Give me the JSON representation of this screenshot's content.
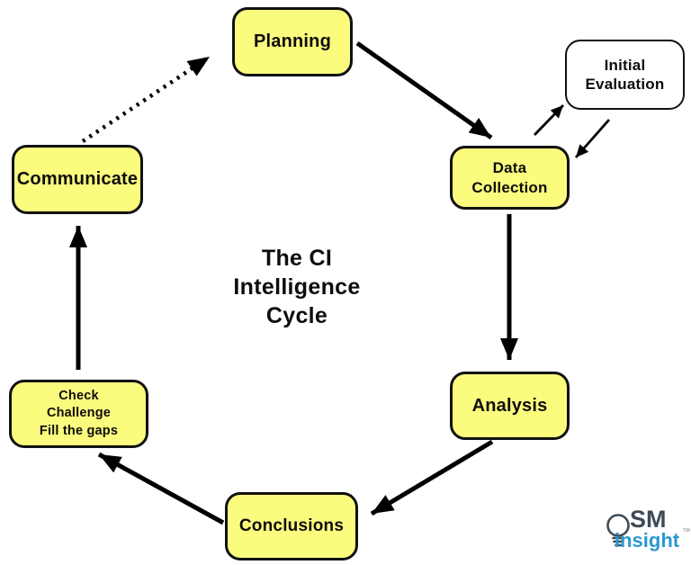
{
  "diagram": {
    "title": "The CI\nIntelligence\nCycle",
    "nodes": {
      "planning": {
        "label": "Planning"
      },
      "initial_evaluation": {
        "label": "Initial\nEvaluation"
      },
      "data_collection": {
        "label": "Data\nCollection"
      },
      "analysis": {
        "label": "Analysis"
      },
      "conclusions": {
        "label": "Conclusions"
      },
      "check_challenge": {
        "label": "Check\nChallenge\nFill the gaps"
      },
      "communicate": {
        "label": "Communicate"
      }
    },
    "edges": [
      {
        "from": "Planning",
        "to": "Data Collection",
        "style": "solid"
      },
      {
        "from": "Data Collection",
        "to": "Analysis",
        "style": "solid"
      },
      {
        "from": "Analysis",
        "to": "Conclusions",
        "style": "solid"
      },
      {
        "from": "Conclusions",
        "to": "Check Challenge Fill the gaps",
        "style": "solid"
      },
      {
        "from": "Check Challenge Fill the gaps",
        "to": "Communicate",
        "style": "solid"
      },
      {
        "from": "Communicate",
        "to": "Planning",
        "style": "dotted"
      },
      {
        "from": "Data Collection",
        "to": "Initial Evaluation",
        "style": "solid-thin"
      },
      {
        "from": "Initial Evaluation",
        "to": "Data Collection",
        "style": "solid-thin"
      }
    ]
  },
  "logo": {
    "sm": "SM",
    "insight": "insight",
    "tm": "TM",
    "bulb_icon": "lightbulb-icon"
  },
  "colors": {
    "background": "#FFFFFF",
    "node_fill": "#FBFB7E",
    "node_border": "#111111",
    "plain_fill": "#FFFFFF",
    "arrow": "#000000",
    "logo_dark": "#3D4B57",
    "logo_blue": "#2B98CF",
    "logo_tm": "#9AA7B0"
  }
}
